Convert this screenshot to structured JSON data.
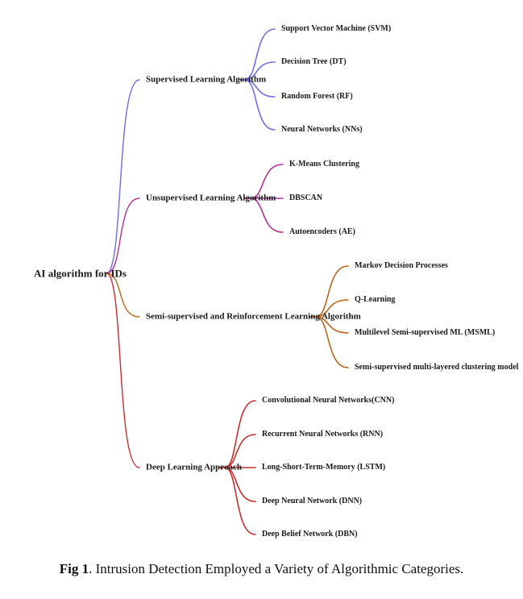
{
  "root": {
    "label": "AI algorithm for IDs"
  },
  "categories": [
    {
      "label": "Supervised Learning Algorithm",
      "color": "#6f6fe3",
      "items": [
        "Support Vector Machine (SVM)",
        "Decision Tree (DT)",
        "Random Forest (RF)",
        "Neural Networks (NNs)"
      ]
    },
    {
      "label": "Unsupervised Learning Algorithm",
      "color": "#b02f9b",
      "items": [
        "K-Means Clustering",
        "DBSCAN",
        "Autoencoders (AE)"
      ]
    },
    {
      "label": "Semi-supervised and Reinforcement Learning Algorithm",
      "color": "#b9651a",
      "items": [
        "Markov Decision Processes",
        "Q-Learning",
        "Multilevel Semi-supervised ML (MSML)",
        "Semi-supervised multi-layered clustering model"
      ]
    },
    {
      "label": "Deep Learning Approach",
      "color": "#c62f2f",
      "items": [
        "Convolutional Neural Networks(CNN)",
        "Recurrent Neural Networks (RNN)",
        "Long-Short-Term-Memory (LSTM)",
        "Deep Neural Network (DNN)",
        "Deep Belief Network (DBN)"
      ]
    }
  ],
  "caption": {
    "prefix": "Fig 1",
    "text": ". Intrusion Detection Employed a Variety of Algorithmic Categories."
  }
}
